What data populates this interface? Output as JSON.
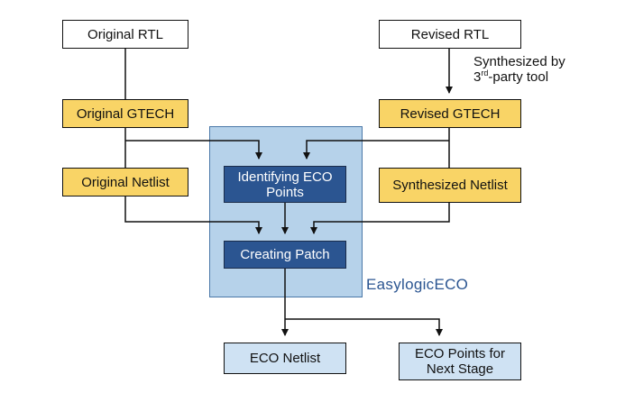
{
  "nodes": {
    "original_rtl": "Original RTL",
    "revised_rtl": "Revised RTL",
    "original_gtech": "Original GTECH",
    "revised_gtech": "Revised GTECH",
    "original_netlist": "Original Netlist",
    "synthesized_netlist": "Synthesized Netlist",
    "identifying_eco_points": "Identifying ECO Points",
    "creating_patch": "Creating Patch",
    "eco_netlist": "ECO Netlist",
    "eco_points_next_stage": "ECO Points for Next Stage"
  },
  "annotation": {
    "line1": "Synthesized by",
    "line2_pre": "3",
    "line2_sup": "rd",
    "line2_post": "-party tool"
  },
  "region_label": "EasylogicECO",
  "colors": {
    "gtech_fill": "#f9d466",
    "process_fill": "#2b5591",
    "region_fill": "#b6d2ea",
    "output_fill": "#cfe2f3",
    "brand_text": "#2b5591"
  }
}
